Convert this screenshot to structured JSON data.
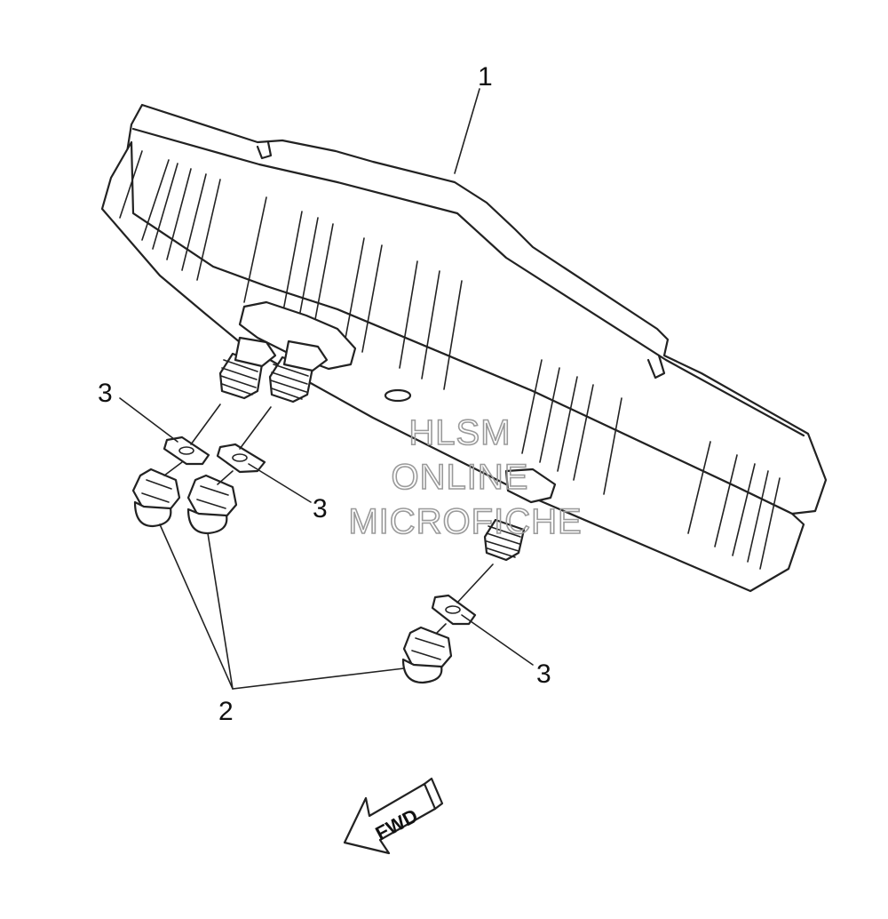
{
  "callouts": {
    "housing": "1",
    "nut": "2",
    "washer_a": "3",
    "washer_b": "3",
    "washer_c": "3"
  },
  "watermark": {
    "line1": "HLSM",
    "line2": "ONLINE",
    "line3": "MICROFICHE"
  },
  "direction_arrow": {
    "label": "FWD"
  },
  "colors": {
    "line": "#222222",
    "watermark": "#9a9a9a",
    "background": "#ffffff"
  }
}
